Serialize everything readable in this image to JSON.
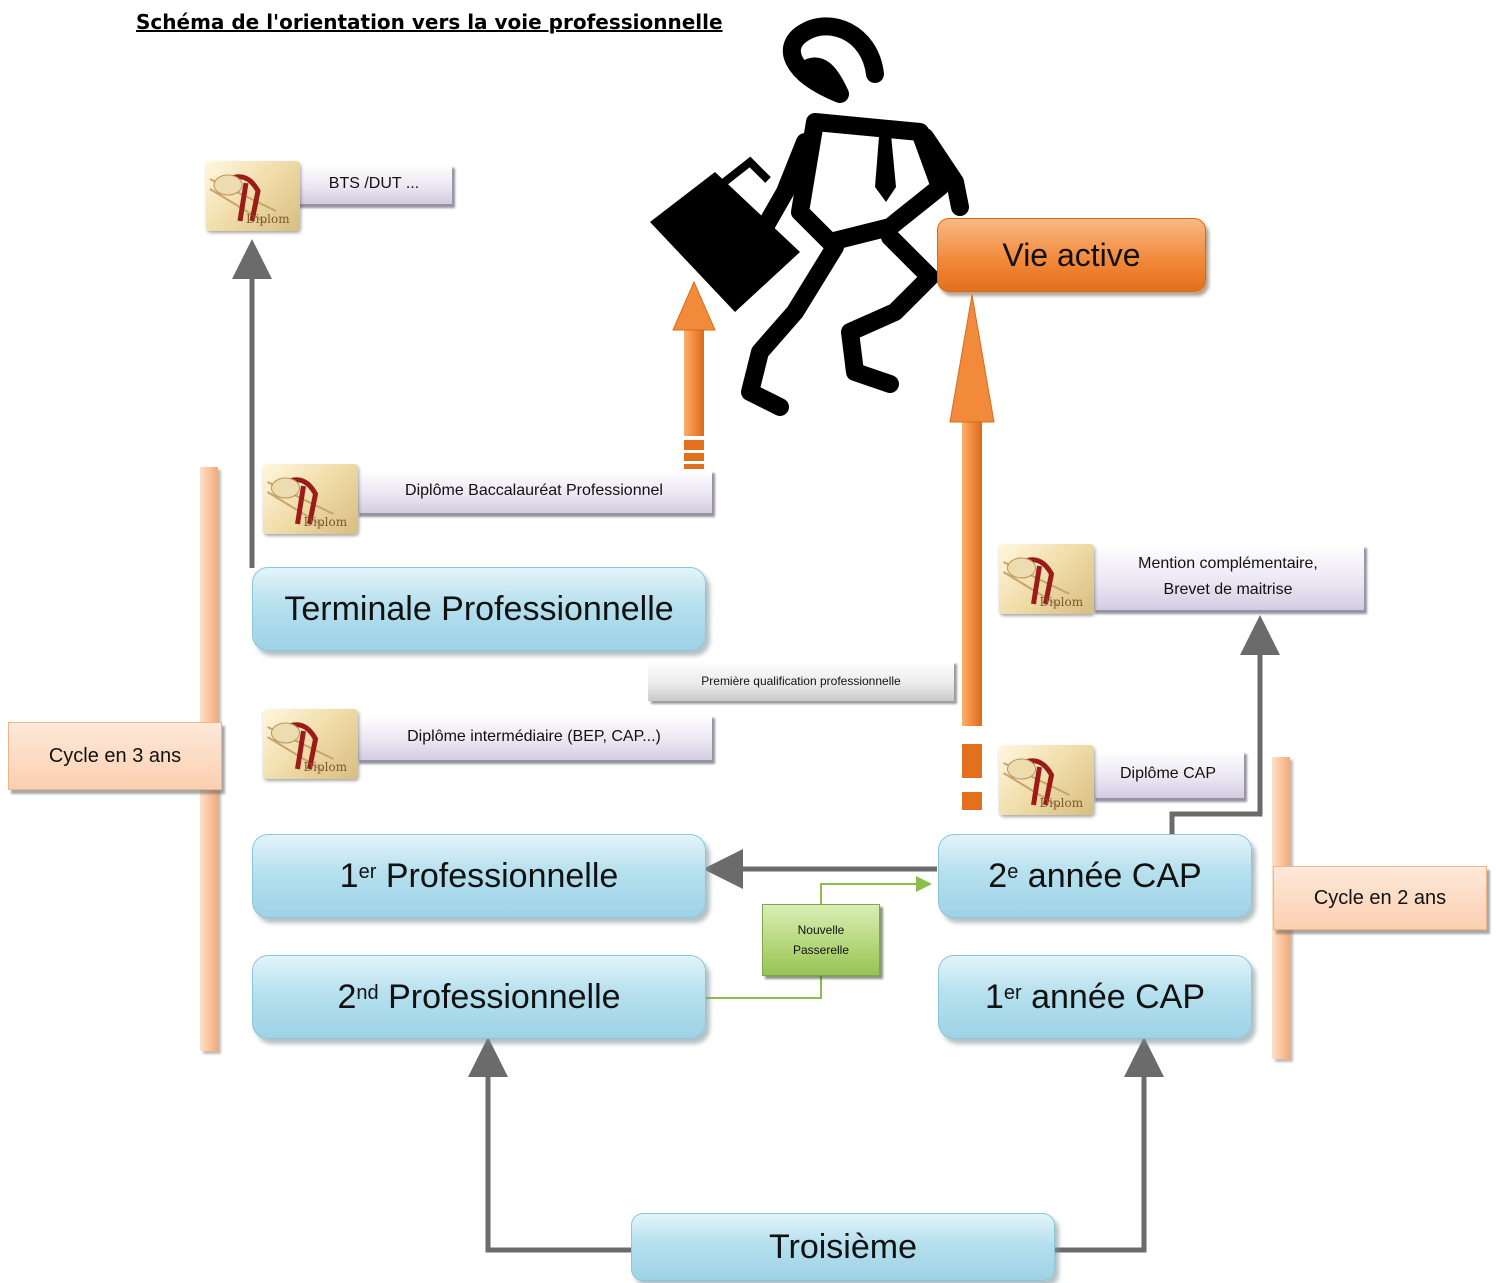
{
  "title": "Schéma de l'orientation vers la voie professionnelle",
  "stages": {
    "terminale": "Terminale Professionnelle",
    "premiere": {
      "sup": "er",
      "text": " Professionnelle"
    },
    "seconde": {
      "sup": "nd",
      "text": " Professionnelle"
    },
    "cap2": {
      "sup": "e",
      "text": " année CAP"
    },
    "cap1": {
      "sup": "er",
      "text": " année CAP"
    },
    "troisieme": "Troisième",
    "vie_active": "Vie active"
  },
  "stage_prefix": {
    "premiere": "1",
    "seconde": "2",
    "cap2": "2",
    "cap1": "1"
  },
  "diplomas": {
    "bts": "BTS /DUT ...",
    "bac_pro": "Diplôme Baccalauréat Professionnel",
    "intermediaire": "Diplôme intermédiaire (BEP, CAP...)",
    "mention_line1": "Mention complémentaire,",
    "mention_line2": "Brevet de maitrise",
    "cap": "Diplôme CAP"
  },
  "cycles": {
    "three_years": "Cycle en 3 ans",
    "two_years": "Cycle en 2 ans"
  },
  "passerelle": {
    "line1": "Nouvelle",
    "line2": "Passerelle"
  },
  "premiere_qualification": "Première qualification professionnelle",
  "colors": {
    "stage_blue": "#9dd3e6",
    "vie_orange": "#f28a3c",
    "arrow_gray": "#6b6b6b",
    "passerelle_green": "#98c455",
    "cycle_peach": "#f9c39c"
  },
  "icons": [
    "diploma-icon",
    "businessman-icon",
    "briefcase-icon"
  ]
}
